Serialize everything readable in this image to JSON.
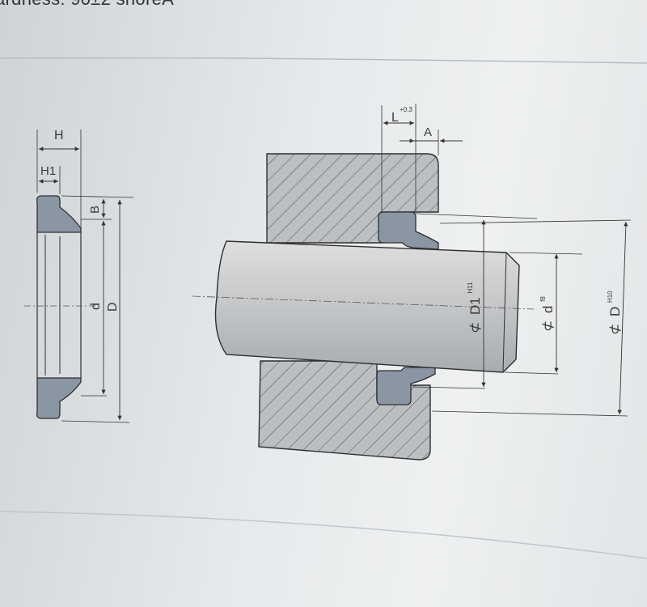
{
  "header": {
    "text": "ardness: 90±2 shoreA"
  },
  "left_view": {
    "label_H": "H",
    "label_H1": "H1",
    "label_B": "B",
    "label_d": "d",
    "label_D": "D"
  },
  "section_view": {
    "label_L": "L",
    "label_L_tol": "+0.3",
    "label_A": "A",
    "dia_symbol": "⊄",
    "label_D1": "D1",
    "label_D1_tol": "H11",
    "label_d": "d",
    "label_d_tol": "f8",
    "label_D": "D",
    "label_D_tol": "H10"
  },
  "colors": {
    "seal": "#8b96a4",
    "shaft": "#c9cbcd",
    "housing": "#b9bcbf",
    "line": "#2f2f2f"
  }
}
